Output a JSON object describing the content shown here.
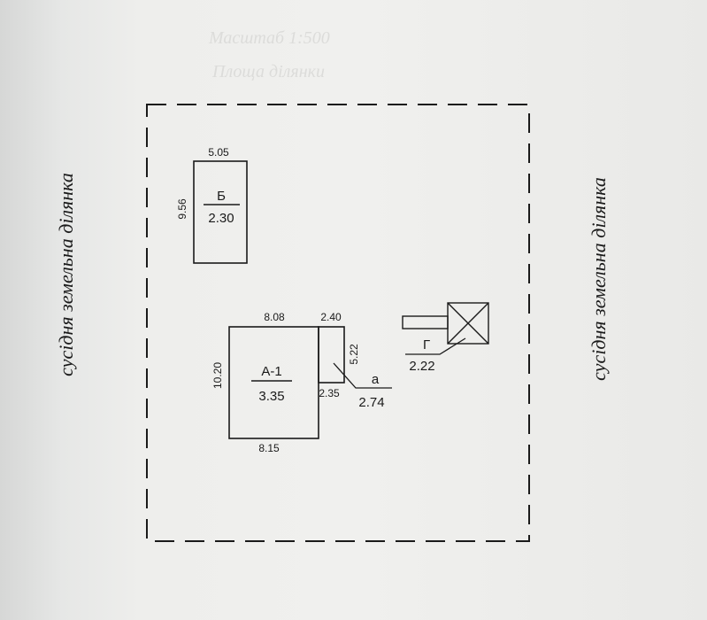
{
  "neighbors": {
    "left": "сусідня земельна ділянка",
    "right": "сусідня земельна ділянка"
  },
  "building_b": {
    "name": "Б",
    "height": "2.30",
    "dim_top": "5.05",
    "dim_left": "9.56"
  },
  "building_a1": {
    "name": "А-1",
    "height": "3.35",
    "dim_top": "8.08",
    "dim_left": "10.20",
    "dim_bottom": "8.15"
  },
  "extension_a": {
    "name": "а",
    "height": "2.74",
    "dim_top": "2.40",
    "dim_right": "5.22",
    "dim_bottom": "2.35"
  },
  "structure_g": {
    "name": "Г",
    "height": "2.22"
  },
  "faded_text": {
    "line1": "Масштаб 1:500",
    "line2": "Площа ділянки"
  }
}
